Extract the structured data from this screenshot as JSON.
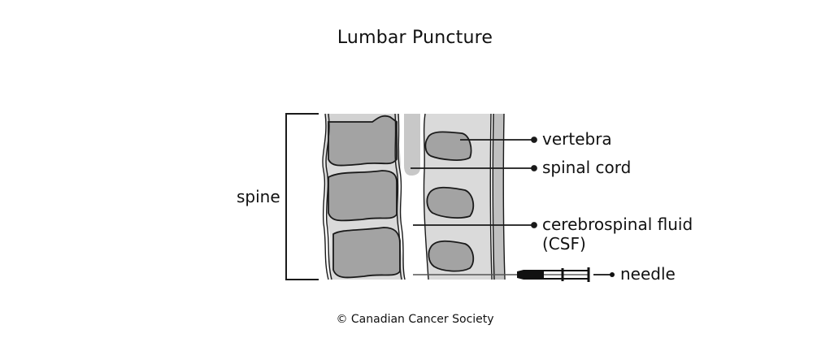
{
  "title": "Lumbar Puncture",
  "credit": "© Canadian Cancer Society",
  "labels": {
    "spine": "spine",
    "vertebra": "vertebra",
    "spinal_cord": "spinal cord",
    "csf_line1": "cerebrospinal fluid",
    "csf_line2": "(CSF)",
    "needle": "needle"
  },
  "colors": {
    "vertebra_fill": "#a3a3a3",
    "canal_fill": "#dadada",
    "cord_fill": "#c8c8c8",
    "outline": "#1a1a1a",
    "needle_tint": "#ffffff"
  }
}
